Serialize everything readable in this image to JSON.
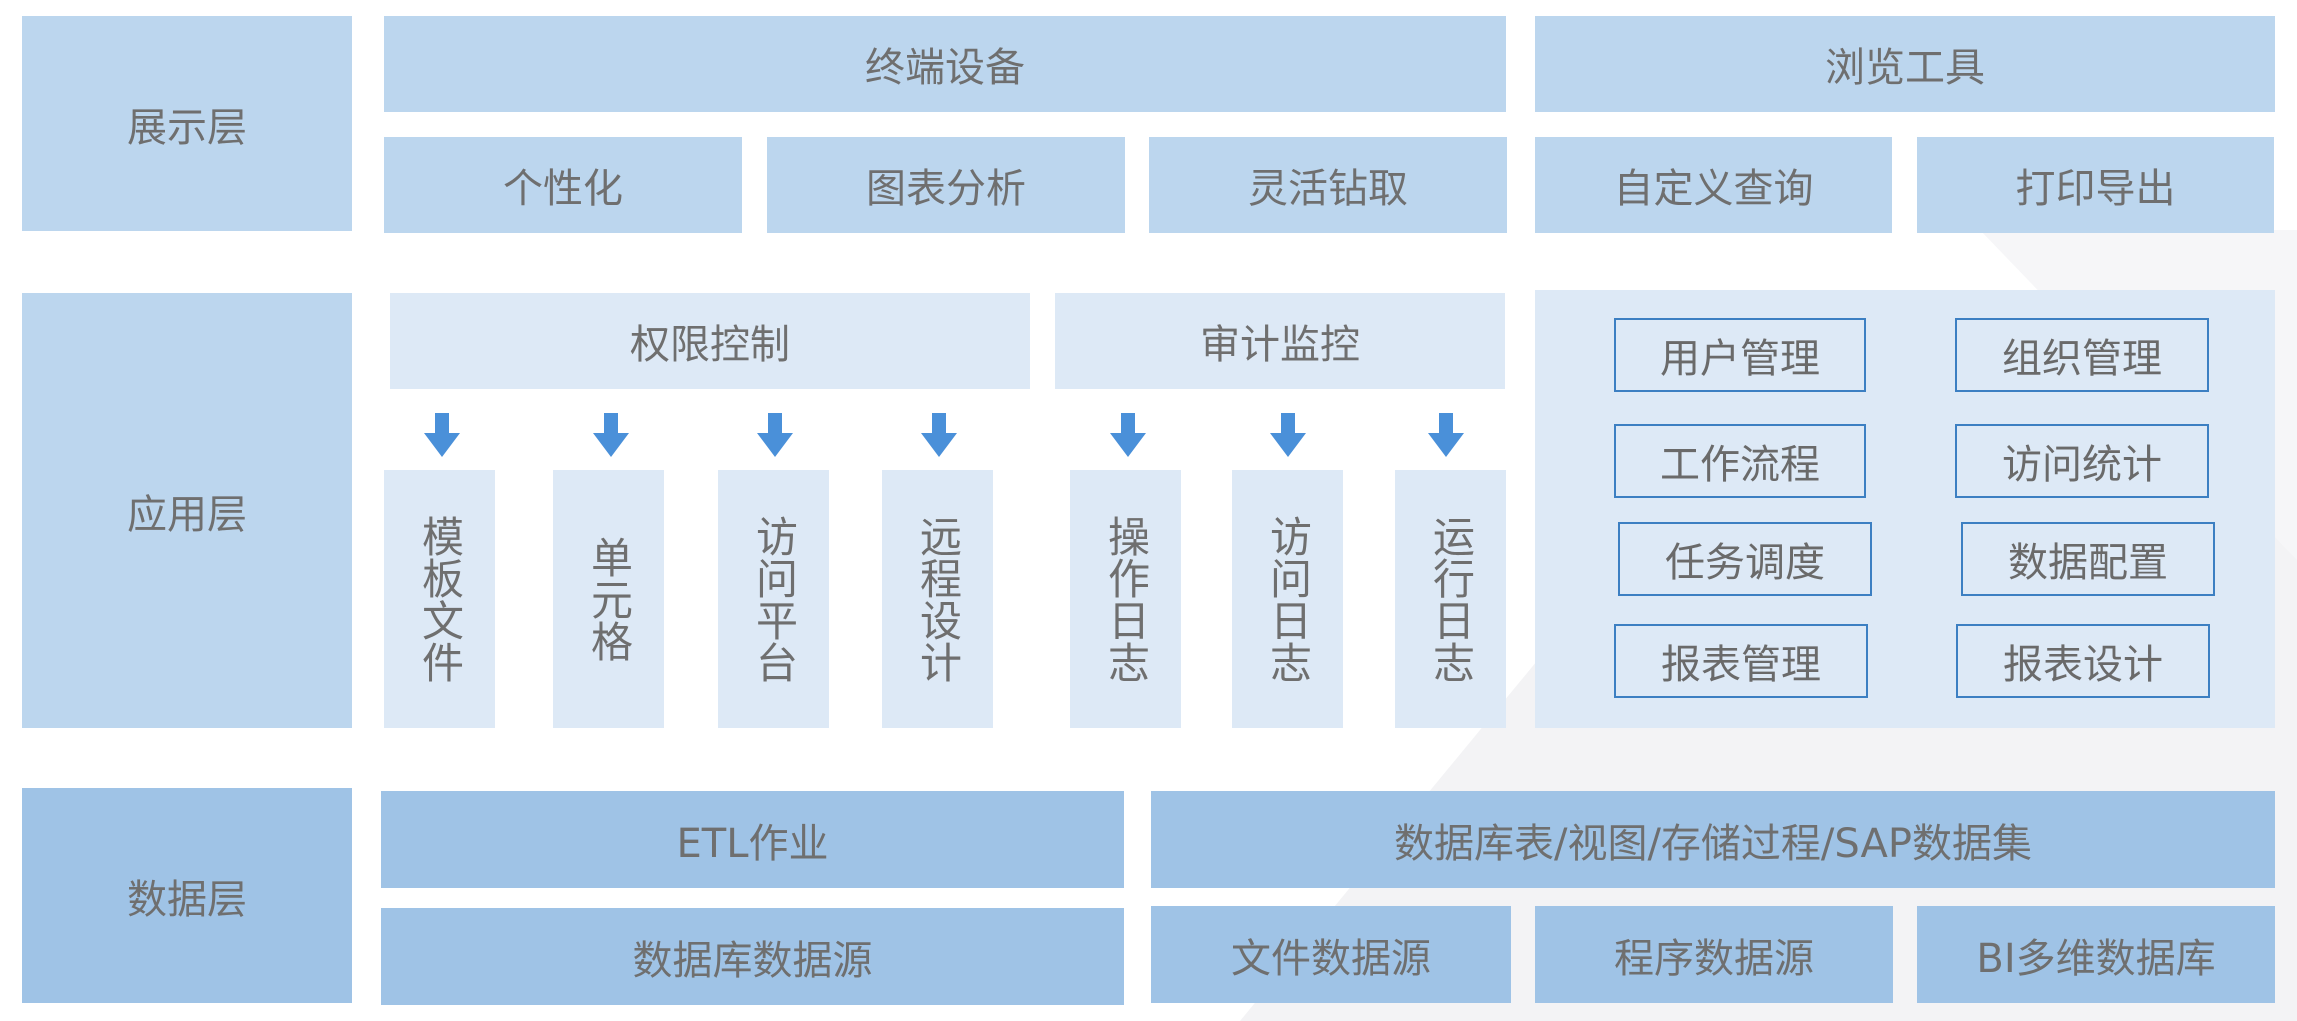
{
  "layers": {
    "presentation": "展示层",
    "application": "应用层",
    "data": "数据层"
  },
  "presentation": {
    "terminal": "终端设备",
    "browser": "浏览工具",
    "personalize": "个性化",
    "chart_analysis": "图表分析",
    "drill": "灵活钻取",
    "custom_query": "自定义查询",
    "print_export": "打印导出"
  },
  "application": {
    "permission": "权限控制",
    "audit": "审计监控",
    "permission_items": [
      "模板文件",
      "单元格",
      "访问平台",
      "远程设计"
    ],
    "audit_items": [
      "操作日志",
      "访问日志",
      "运行日志"
    ],
    "management": [
      "用户管理",
      "组织管理",
      "工作流程",
      "访问统计",
      "任务调度",
      "数据配置",
      "报表管理",
      "报表设计"
    ]
  },
  "data": {
    "etl": "ETL作业",
    "db_tables": "数据库表/视图/存储过程/SAP数据集",
    "db_source": "数据库数据源",
    "file_source": "文件数据源",
    "program_source": "程序数据源",
    "bi_source": "BI多维数据库"
  },
  "colors": {
    "label_bg": "#bcd6ee",
    "panel_light": "#dde9f6",
    "data_blue": "#9fc3e6",
    "arrow": "#4a90d9",
    "border": "#3c7fc2",
    "text": "#6f6f6f"
  }
}
